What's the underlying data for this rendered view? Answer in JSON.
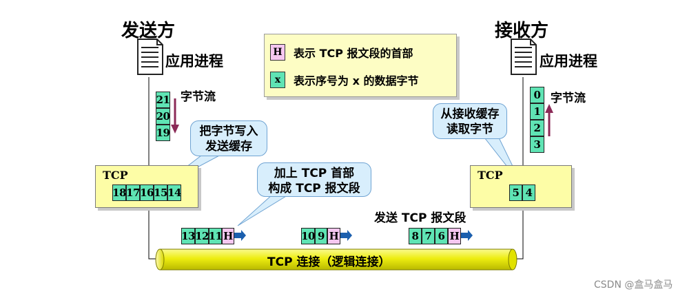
{
  "sender": {
    "title": "发送方",
    "app_label": "应用进程",
    "stream_label": "字节流",
    "stream_bytes": [
      "21",
      "20",
      "19"
    ],
    "buffer_bytes": [
      "18",
      "17",
      "16",
      "15",
      "14"
    ]
  },
  "receiver": {
    "title": "接收方",
    "app_label": "应用进程",
    "stream_label": "字节流",
    "stream_bytes": [
      "0",
      "1",
      "2",
      "3"
    ],
    "buffer_bytes": [
      "5",
      "4"
    ]
  },
  "tcp_label": "TCP",
  "legend": {
    "header_swatch": "H",
    "header_text": "表示 TCP 报文段的首部",
    "byte_swatch": "x",
    "byte_text": "表示序号为 x 的数据字节"
  },
  "callouts": {
    "write_line1": "把字节写入",
    "write_line2": "发送缓存",
    "add_header_line1": "加上 TCP 首部",
    "add_header_line2": "构成 TCP 报文段",
    "read_line1": "从接收缓存",
    "read_line2": "读取字节"
  },
  "send_segments_label": "发送 TCP 报文段",
  "segments": [
    {
      "bytes": [
        "13",
        "12",
        "11"
      ],
      "header": "H"
    },
    {
      "bytes": [
        "10",
        "9"
      ],
      "header": "H"
    },
    {
      "bytes": [
        "8",
        "7",
        "6"
      ],
      "header": "H"
    }
  ],
  "connection_label": "TCP 连接（逻辑连接）",
  "watermark": "CSDN @盒马盒马",
  "colors": {
    "byte": "#5fe4b4",
    "header": "#f5c7f0",
    "legend_bg": "#fdfdc4",
    "tcp_box": "#fdfda6",
    "callout": "#d8eefc",
    "pipe": "#f0f020",
    "arrow": "#8b2a57"
  }
}
